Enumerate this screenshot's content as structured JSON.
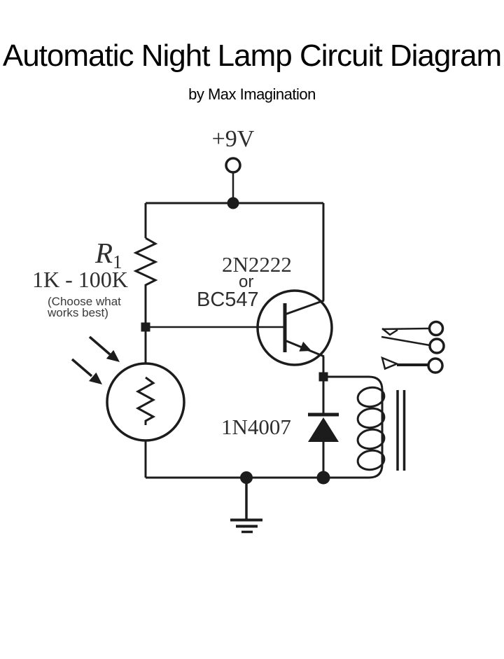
{
  "page": {
    "title": "Automatic Night Lamp Circuit Diagram",
    "subtitle": "by Max Imagination"
  },
  "colors": {
    "ink": "#1c1c1c",
    "label": "#2e2e2e",
    "background": "#ffffff"
  },
  "circuit": {
    "supply_label": "+9V",
    "resistor": {
      "name": "R",
      "subscript": "1",
      "range": "1K - 100K",
      "note_line1": "(Choose what",
      "note_line2": "works best)"
    },
    "transistor": {
      "option1": "2N2222",
      "conjunction": "or",
      "option2": "BC547"
    },
    "diode_label": "1N4007"
  }
}
